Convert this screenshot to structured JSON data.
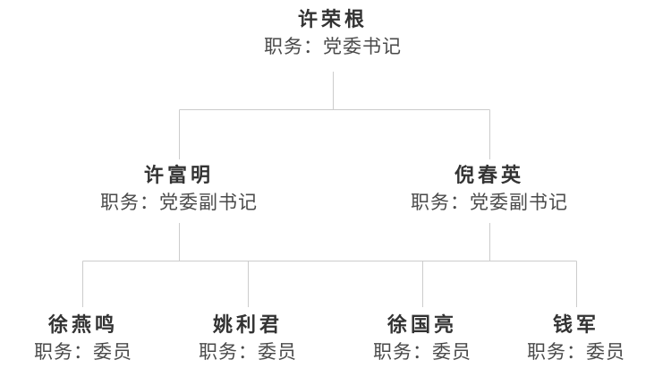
{
  "page": {
    "background_color": "#ffffff",
    "connector_color": "#cccccc",
    "name_text_color": "#333333",
    "title_text_color": "#4a4a4a"
  },
  "org_chart": {
    "root": {
      "name": "许荣根",
      "title": "职务：党委书记"
    },
    "level2": [
      {
        "name": "许富明",
        "title": "职务：党委副书记"
      },
      {
        "name": "倪春英",
        "title": "职务：党委副书记"
      }
    ],
    "level3": [
      {
        "name": "徐燕鸣",
        "title": "职务：委员"
      },
      {
        "name": "姚利君",
        "title": "职务：委员"
      },
      {
        "name": "徐国亮",
        "title": "职务：委员"
      },
      {
        "name": "钱军",
        "title": "职务：委员"
      }
    ]
  }
}
